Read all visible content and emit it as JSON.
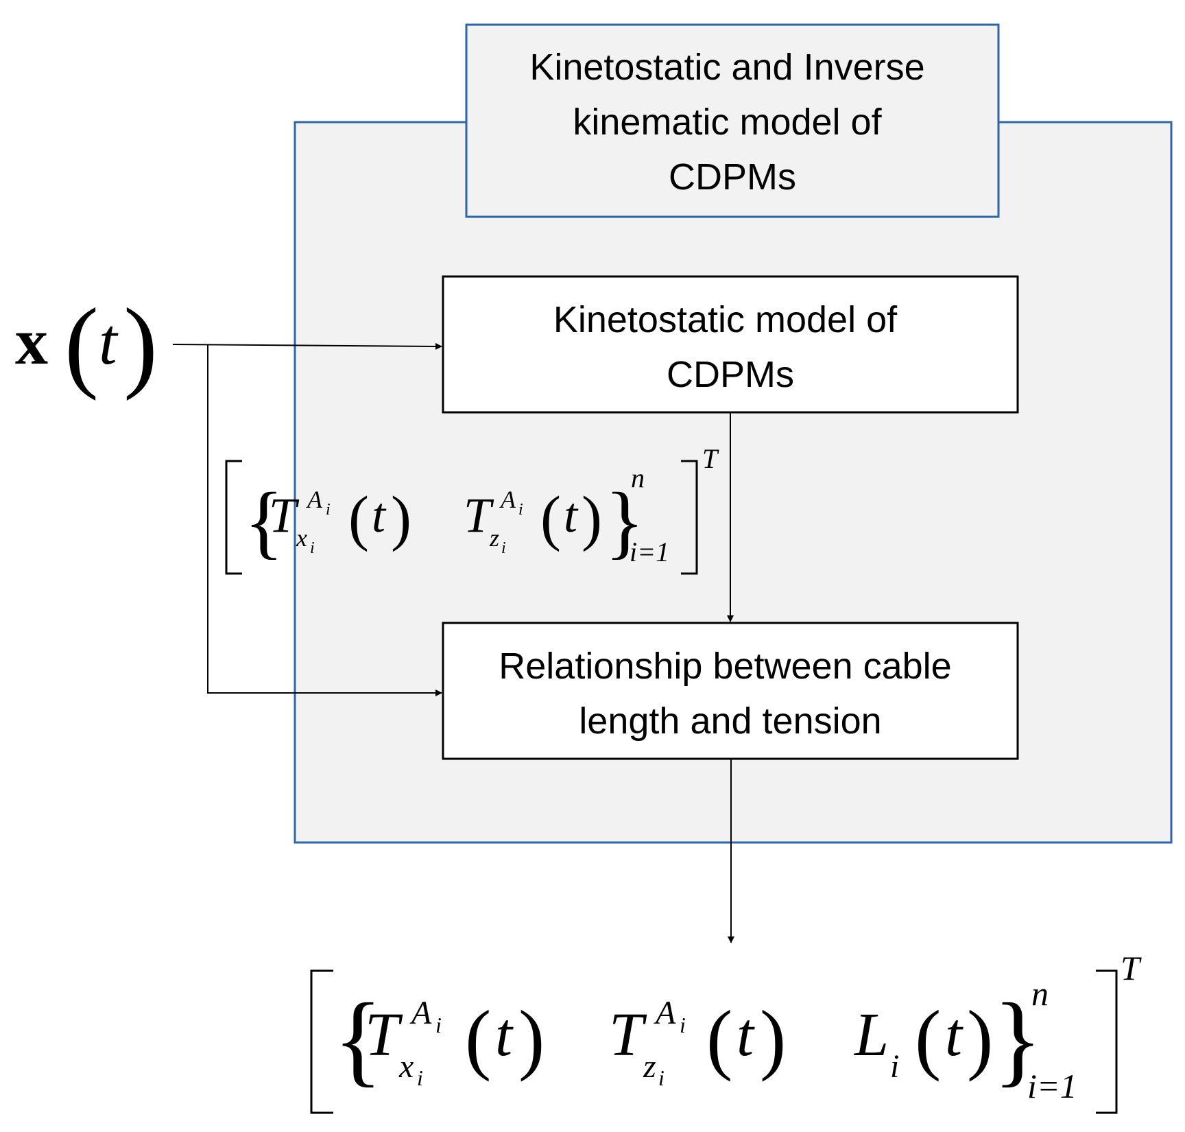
{
  "diagram": {
    "title": {
      "lines": [
        "Kinetostatic and Inverse",
        "kinematic model of",
        "CDPMs"
      ]
    },
    "input": {
      "symbol": "x",
      "arg": "t"
    },
    "box_kinetostatic": {
      "lines": [
        "Kinetostatic model of",
        "CDPMs"
      ]
    },
    "box_relationship": {
      "lines": [
        "Relationship between cable",
        "length and tension"
      ]
    },
    "intermediate": {
      "T": "T",
      "sup": "A",
      "sup_sub": "i",
      "sub_x": "x",
      "sub_z": "z",
      "sub_i": "i",
      "arg": "t",
      "upper": "n",
      "lower": "i=1",
      "transpose": "T"
    },
    "output": {
      "T": "T",
      "sup": "A",
      "sup_sub": "i",
      "sub_x": "x",
      "sub_z": "z",
      "sub_i": "i",
      "arg": "t",
      "L": "L",
      "upper": "n",
      "lower": "i=1",
      "transpose": "T"
    }
  }
}
